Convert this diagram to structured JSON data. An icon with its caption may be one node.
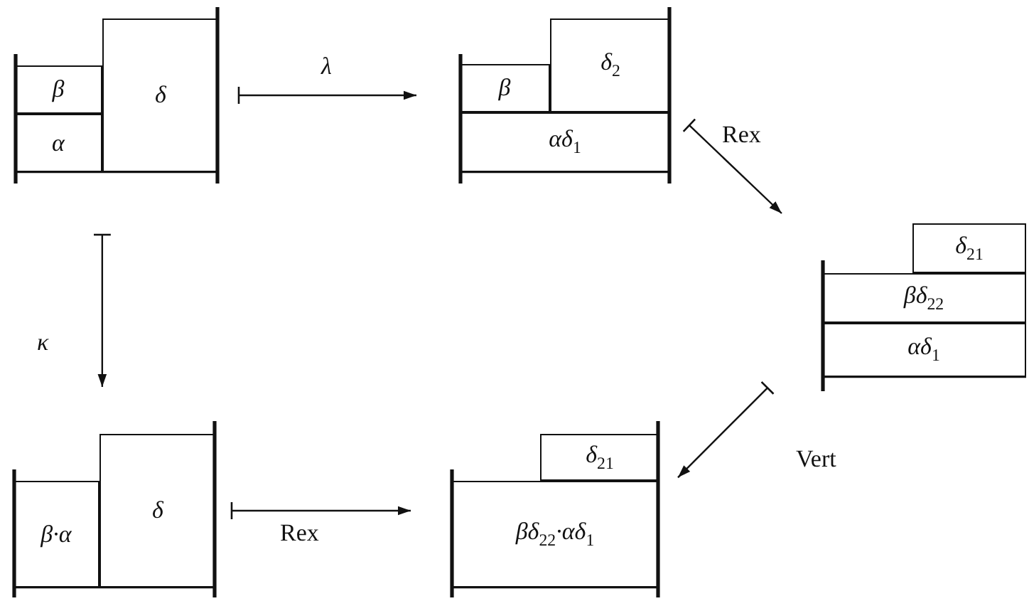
{
  "diagram": {
    "nodes": [
      {
        "text": [],
        "shape": "box"
      },
      {
        "text": [
          "β"
        ],
        "in": 0
      },
      {
        "text": [
          "α"
        ],
        "in": 0
      },
      {
        "text": [
          "δ"
        ],
        "in": 0
      },
      {
        "text": [],
        "shape": "box"
      },
      {
        "text": [
          "β"
        ],
        "in": 4
      },
      {
        "text": [
          "δ$_{2}$"
        ],
        "in": 4
      },
      {
        "text": [
          "αδ$_{1}$"
        ],
        "in": 4
      },
      {
        "text": [],
        "shape": "box"
      },
      {
        "text": [
          "δ$_{21}$"
        ],
        "in": 8
      },
      {
        "text": [
          "βδ$_{22}$"
        ],
        "in": 8
      },
      {
        "text": [
          "αδ$_{1}$"
        ],
        "in": 8
      },
      {
        "text": [],
        "shape": "box"
      },
      {
        "text": [
          "β·α"
        ],
        "in": 12
      },
      {
        "text": [
          "δ"
        ],
        "in": 12
      },
      {
        "text": [],
        "shape": "box"
      },
      {
        "text": [
          "δ$_{21}$"
        ],
        "in": 15
      },
      {
        "text": [
          "βδ$_{22}$·αδ$_{1}$"
        ],
        "in": 15
      }
    ],
    "edges": [
      {
        "from": 0,
        "to": 4,
        "arrow": "to",
        "label": "λ"
      },
      {
        "from": 4,
        "to": 8,
        "arrow": "to",
        "label": "Rex"
      },
      {
        "from": 0,
        "to": 12,
        "arrow": "to",
        "label": "κ"
      },
      {
        "from": 12,
        "to": 15,
        "arrow": "to",
        "label": "Rex"
      },
      {
        "from": 8,
        "to": 15,
        "arrow": "to",
        "label": "Vert"
      }
    ]
  }
}
